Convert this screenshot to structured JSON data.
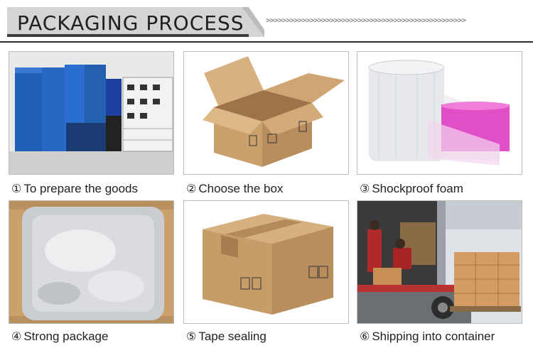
{
  "header": {
    "title": "PACKAGING PROCESS",
    "arrow_glyphs": ">>>>>>>>>>>>>>>>>>>>>>>>>>>>>>>>>>>>>>>>>>>>>>>>>>"
  },
  "steps": [
    {
      "number": "①",
      "label": "To prepare the goods",
      "image_icon": "goods-stack-image"
    },
    {
      "number": "②",
      "label": "Choose the box",
      "image_icon": "open-box-image"
    },
    {
      "number": "③",
      "label": "Shockproof foam",
      "image_icon": "bubble-wrap-roll-image"
    },
    {
      "number": "④",
      "label": "Strong package",
      "image_icon": "wrapped-package-image"
    },
    {
      "number": "⑤",
      "label": "Tape sealing",
      "image_icon": "sealed-box-image"
    },
    {
      "number": "⑥",
      "label": "Shipping into container",
      "image_icon": "truck-loading-image"
    }
  ],
  "colors": {
    "title_bg": "#d4d4d4",
    "title_bar": "#3c3c3c",
    "cardboard": "#c9a271",
    "tape": "#b38b5a",
    "pink_foam": "#e04fc6"
  }
}
